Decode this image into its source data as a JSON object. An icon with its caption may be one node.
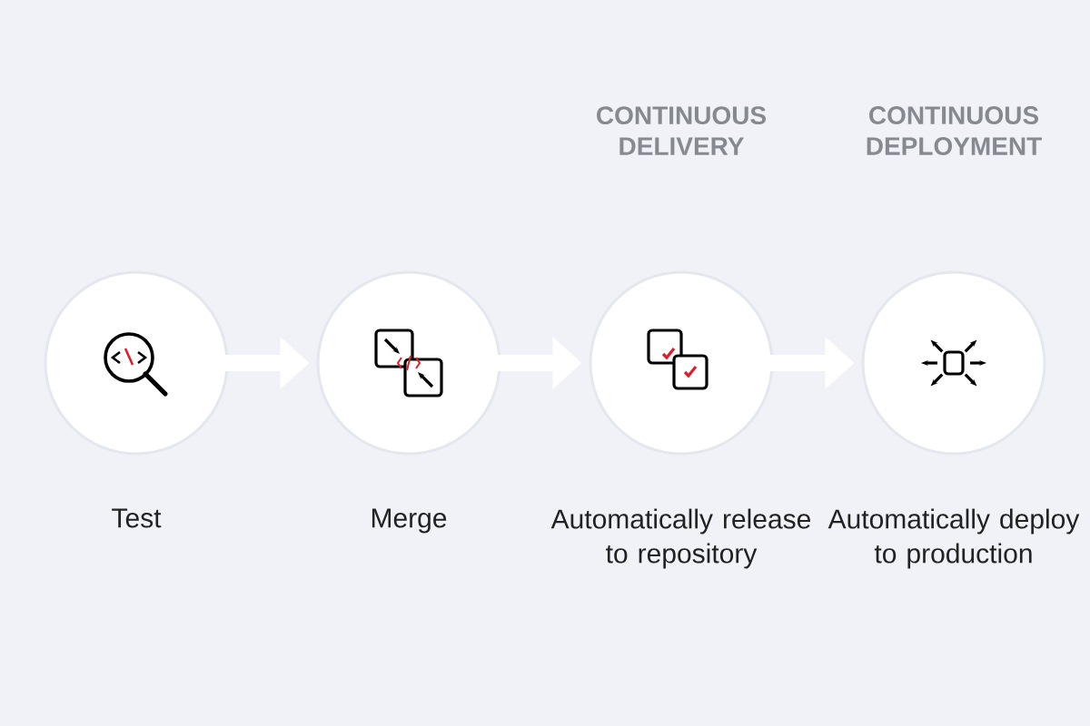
{
  "diagram": {
    "nodes": [
      {
        "text": [
          "Test"
        ]
      },
      {
        "text": [
          "Merge"
        ]
      },
      {
        "text": [
          "Automatically release to repository"
        ]
      },
      {
        "text": [
          "Automatically deploy to production"
        ]
      }
    ],
    "edges": [
      {
        "from": 0,
        "to": 1,
        "arrow": "to"
      },
      {
        "from": 1,
        "to": 2,
        "arrow": "to"
      },
      {
        "from": 2,
        "to": 3,
        "arrow": "to"
      }
    ],
    "labels": [
      "CONTINUOUS DELIVERY",
      "CONTINUOUS DEPLOYMENT"
    ]
  }
}
